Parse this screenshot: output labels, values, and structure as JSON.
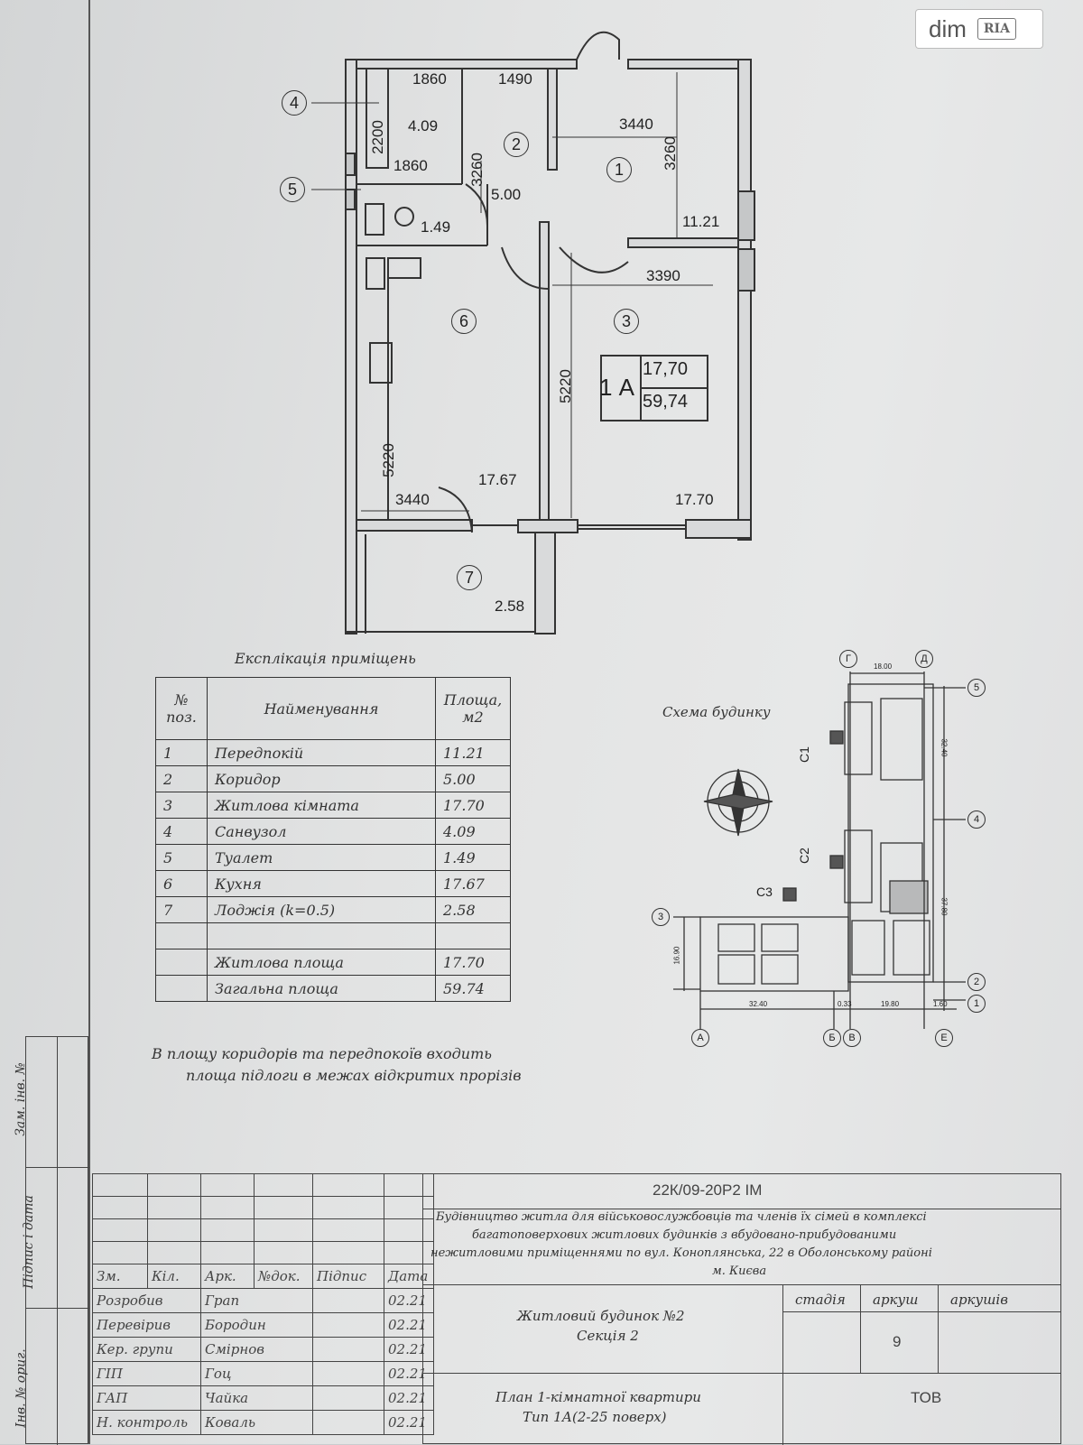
{
  "logo": {
    "brand": "dim",
    "badge": "RIA"
  },
  "plan": {
    "dims": {
      "d1860a": "1860",
      "d1490": "1490",
      "d3440a": "3440",
      "d2200": "2200",
      "d1860b": "1860",
      "d3260a": "3260",
      "d3260b": "3260",
      "d3390": "3390",
      "d5220a": "5220",
      "d5220b": "5220",
      "d3440b": "3440"
    },
    "areas": {
      "a409": "4.09",
      "a500": "5.00",
      "a149": "1.49",
      "a1121": "11.21",
      "a1767": "17.67",
      "a1770": "17.70",
      "a258": "2.58"
    },
    "rooms": [
      "1",
      "2",
      "3",
      "4",
      "5",
      "6",
      "7"
    ],
    "apartment": {
      "type": "1 А",
      "living": "17,70",
      "total": "59,74"
    }
  },
  "explication": {
    "title": "Експлікація приміщень",
    "header": {
      "num": "№ поз.",
      "name": "Найменування",
      "area": "Площа, м2"
    },
    "rows": [
      {
        "num": "1",
        "name": "Передпокій",
        "area": "11.21"
      },
      {
        "num": "2",
        "name": "Коридор",
        "area": "5.00"
      },
      {
        "num": "3",
        "name": "Житлова кімната",
        "area": "17.70"
      },
      {
        "num": "4",
        "name": "Санвузол",
        "area": "4.09"
      },
      {
        "num": "5",
        "name": "Туалет",
        "area": "1.49"
      },
      {
        "num": "6",
        "name": "Кухня",
        "area": "17.67"
      },
      {
        "num": "7",
        "name": "Лоджія (k=0.5)",
        "area": "2.58"
      }
    ],
    "living_label": "Житлова площа",
    "living_value": "17.70",
    "total_label": "Загальна площа",
    "total_value": "59.74",
    "note_line1": "В площу коридорів та передпокоїв входить",
    "note_line2": "площа підлоги в межах відкритих прорізів"
  },
  "scheme": {
    "title": "Схема будинку",
    "sections": [
      "C1",
      "C2",
      "C3"
    ],
    "dims": [
      "18.00",
      "32.40",
      "37.80",
      "16.90",
      "32.40",
      "0.33",
      "19.80",
      "1.60"
    ],
    "axes": [
      "Г",
      "Д",
      "5",
      "4",
      "3",
      "2",
      "1",
      "А",
      "Б",
      "В",
      "Е"
    ]
  },
  "side": {
    "s1": "Зам. інв. №",
    "s2": "Підпис і дата",
    "s3": "Інв. № ориг."
  },
  "titleblock": {
    "code": "22К/09-20Р2   ІМ",
    "project_l1": "Будівництво житла для військовослужбовців та членів їх сімей в комплексі",
    "project_l2": "багатоповерхових житлових будинків з вбудовано-прибудованими",
    "project_l3": "нежитловими приміщеннями по вул. Коноплянська, 22 в Оболонському районі",
    "project_l4": "м. Києва",
    "cols": [
      "Зм.",
      "Кіл.",
      "Арк.",
      "№док.",
      "Підпис",
      "Дата"
    ],
    "people": [
      {
        "role": "Розробив",
        "name": "Грап",
        "date": "02.21"
      },
      {
        "role": "Перевірив",
        "name": "Бородин",
        "date": "02.21"
      },
      {
        "role": "Кер. групи",
        "name": "Смірнов",
        "date": "02.21"
      },
      {
        "role": "ГІП",
        "name": "Гоц",
        "date": "02.21"
      },
      {
        "role": "ГАП",
        "name": "Чайка",
        "date": "02.21"
      },
      {
        "role": "Н. контроль",
        "name": "Коваль",
        "date": "02.21"
      }
    ],
    "building_l1": "Житловий будинок №2",
    "building_l2": "Секція 2",
    "stage_label": "стадія",
    "sheet_label": "аркуш",
    "sheets_label": "аркушів",
    "sheet_num": "9",
    "drawing_l1": "План 1-кімнатної квартири",
    "drawing_l2": "Тип 1А(2-25 поверх)",
    "company": "ТОВ"
  }
}
